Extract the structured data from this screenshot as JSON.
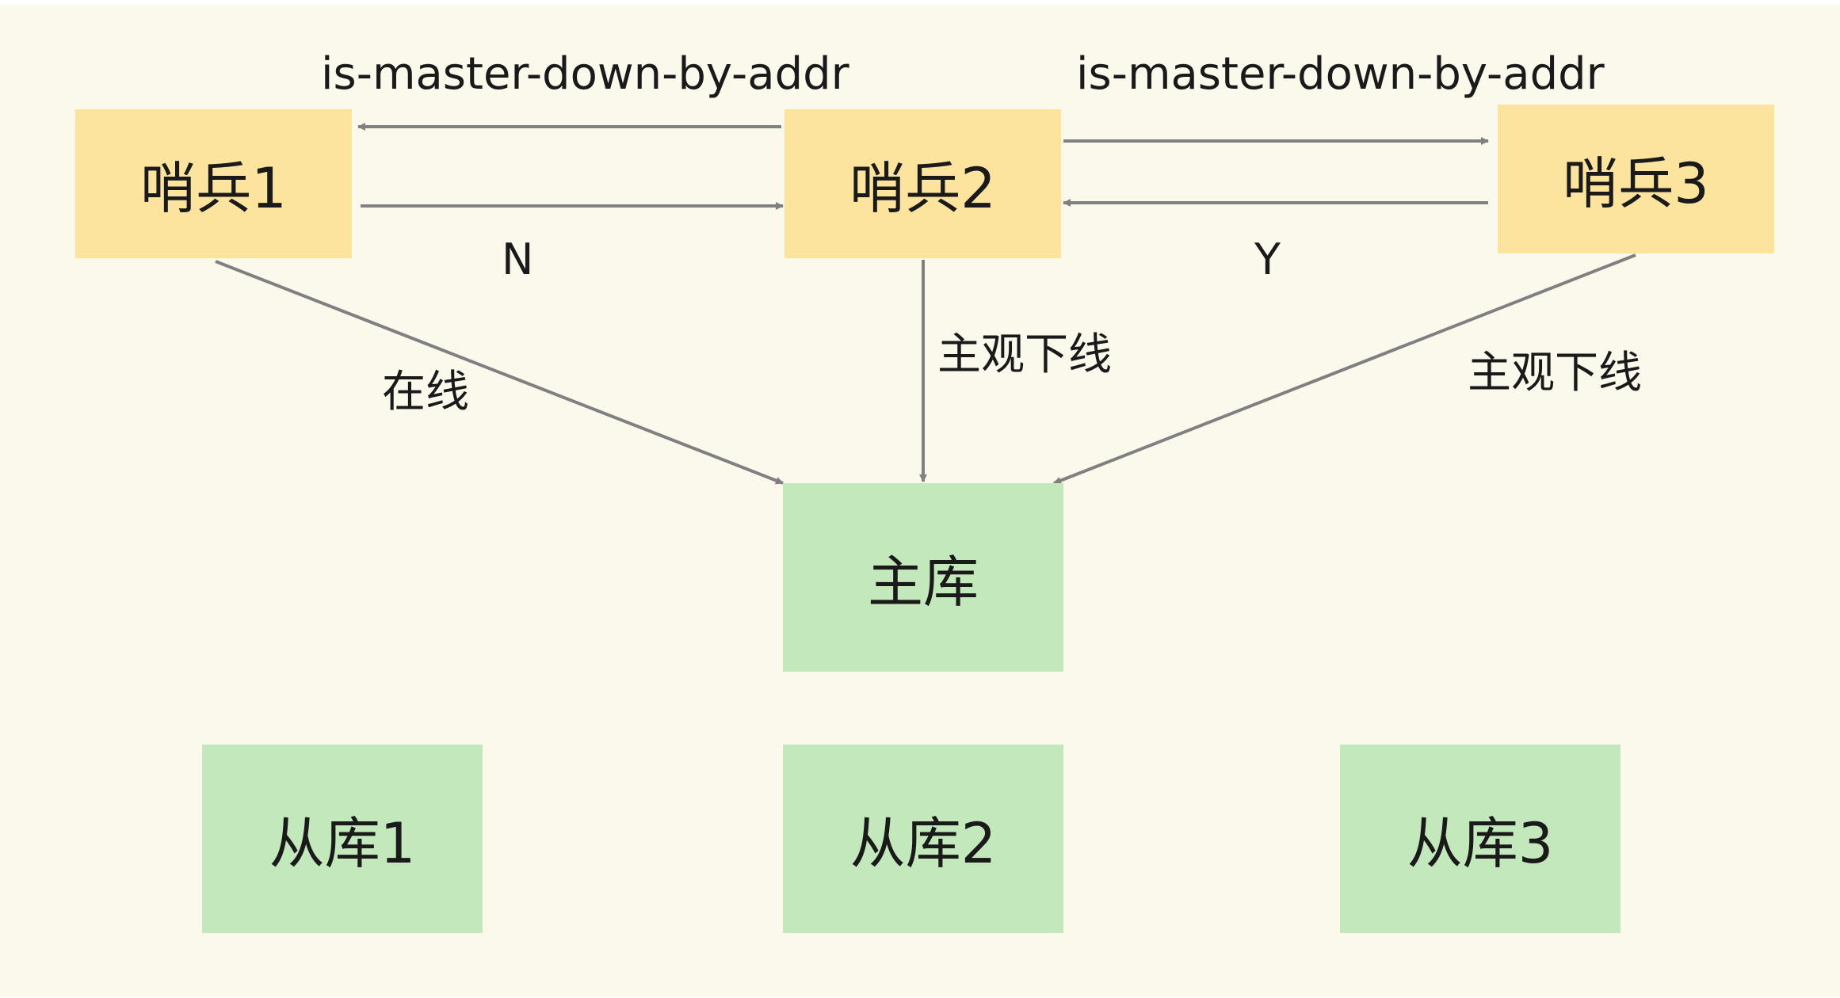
{
  "colors": {
    "background": "#fbf8ec",
    "sentinel_fill": "#fde49e",
    "database_fill": "#c3e8bb",
    "arrow": "#808080",
    "text": "#1a1a1a"
  },
  "nodes": {
    "sentinel1": "哨兵1",
    "sentinel2": "哨兵2",
    "sentinel3": "哨兵3",
    "master": "主库",
    "replica1": "从库1",
    "replica2": "从库2",
    "replica3": "从库3"
  },
  "edges": {
    "cmd_s2_to_s1": "is-master-down-by-addr",
    "cmd_s2_to_s3": "is-master-down-by-addr",
    "reply_s1_to_s2": "N",
    "reply_s3_to_s2": "Y",
    "status_s1_master": "在线",
    "status_s2_master": "主观下线",
    "status_s3_master": "主观下线"
  }
}
